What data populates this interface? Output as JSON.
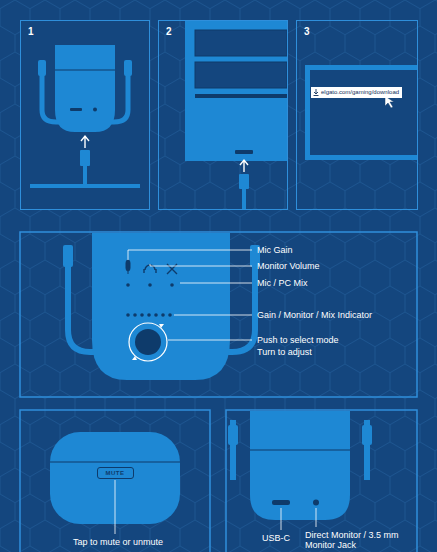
{
  "diagram": {
    "nodes": [
      {
        "text": [
          "1"
        ]
      },
      {
        "text": [
          "2"
        ]
      },
      {
        "text": [
          "3"
        ]
      },
      {
        "text": [
          "elgato.com/gaming/download"
        ],
        "in": 2
      },
      {
        "text": [
          "MUTE"
        ]
      }
    ],
    "labels": [
      "Mic Gain",
      "Monitor Volume",
      "Mic / PC Mix",
      "Gain / Monitor / Mix Indicator",
      "Push to select mode",
      "Turn to adjust",
      "Tap to mute or unmute",
      "USB-C",
      "Direct Monitor / 3.5 mm Monitor Jack"
    ]
  }
}
